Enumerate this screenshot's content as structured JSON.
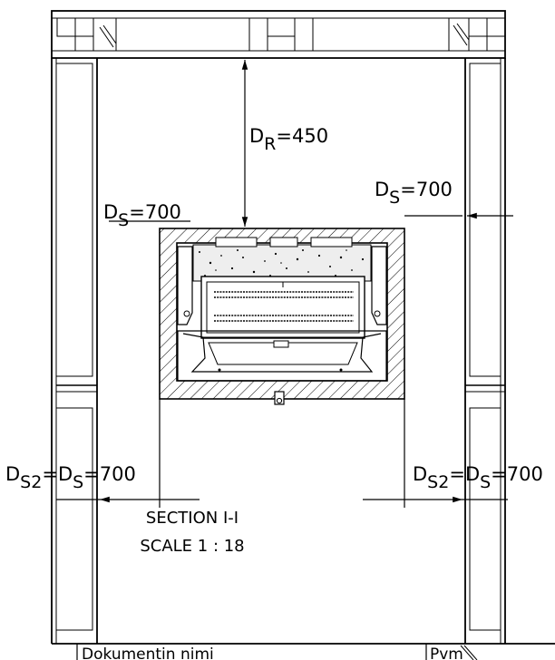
{
  "dimensions": {
    "rear": {
      "main": "D",
      "sub": "R",
      "value": "=450"
    },
    "side_left_top": {
      "main": "D",
      "sub": "S",
      "value": "=700"
    },
    "side_right_top": {
      "main": "D",
      "sub": "S",
      "value": "=700"
    },
    "side_left_low": {
      "a_main": "D",
      "a_sub": "S2",
      "eq": "=",
      "b_main": "D",
      "b_sub": "S",
      "value": "=700"
    },
    "side_right_low": {
      "a_main": "D",
      "a_sub": "S2",
      "eq": "=",
      "b_main": "D",
      "b_sub": "S",
      "value": "=700"
    }
  },
  "section": {
    "title": "SECTION I-I",
    "scale": "SCALE 1 : 18"
  },
  "title_block": {
    "document_name_label": "Dokumentin nimi",
    "revision_label": "Pvm"
  },
  "colors": {
    "line": "#000000",
    "background": "#ffffff"
  }
}
